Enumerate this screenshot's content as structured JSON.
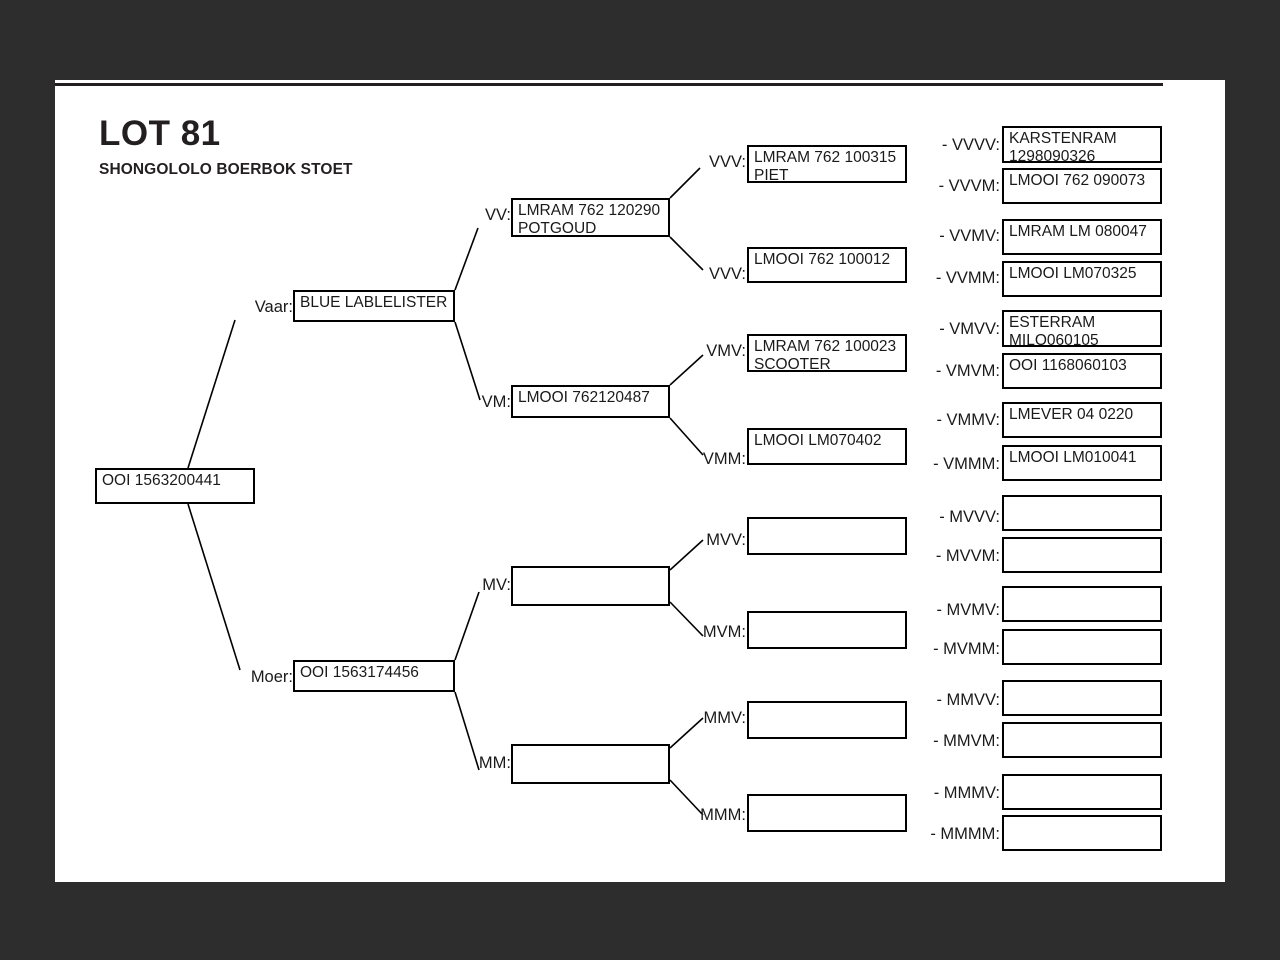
{
  "document": {
    "title": "LOT 81",
    "subtitle": "SHONGOLOLO BOERBOK STOET"
  },
  "pedigree": {
    "root": {
      "label": "",
      "value": "OOI 1563200441"
    },
    "generation1": [
      {
        "label": "Vaar:",
        "value": "BLUE LABLELISTER"
      },
      {
        "label": "Moer:",
        "value": "OOI 1563174456"
      }
    ],
    "generation2": [
      {
        "label": "VV:",
        "value": "LMRAM 762 120290\nPOTGOUD"
      },
      {
        "label": "VM:",
        "value": "LMOOI 762120487"
      },
      {
        "label": "MV:",
        "value": ""
      },
      {
        "label": "MM:",
        "value": ""
      }
    ],
    "generation3": [
      {
        "label": "VVV:",
        "value": "LMRAM 762 100315\nPIET"
      },
      {
        "label": "VVV:",
        "value": "LMOOI 762 100012"
      },
      {
        "label": "VMV:",
        "value": "LMRAM 762 100023\nSCOOTER"
      },
      {
        "label": "VMM:",
        "value": "LMOOI LM070402"
      },
      {
        "label": "MVV:",
        "value": ""
      },
      {
        "label": "MVM:",
        "value": ""
      },
      {
        "label": "MMV:",
        "value": ""
      },
      {
        "label": "MMM:",
        "value": ""
      }
    ],
    "generation4": [
      {
        "label": "- VVVV:",
        "value": "KARSTENRAM\n1298090326"
      },
      {
        "label": "- VVVM:",
        "value": "LMOOI 762 090073"
      },
      {
        "label": "- VVMV:",
        "value": "LMRAM LM 080047"
      },
      {
        "label": "- VVMM:",
        "value": "LMOOI LM070325"
      },
      {
        "label": "- VMVV:",
        "value": "ESTERRAM\nMILO060105"
      },
      {
        "label": "- VMVM:",
        "value": "OOI 1168060103"
      },
      {
        "label": "- VMMV:",
        "value": "LMEVER 04 0220"
      },
      {
        "label": "- VMMM:",
        "value": "LMOOI LM010041"
      },
      {
        "label": "- MVVV:",
        "value": ""
      },
      {
        "label": "- MVVM:",
        "value": ""
      },
      {
        "label": "- MVMV:",
        "value": ""
      },
      {
        "label": "- MVMM:",
        "value": ""
      },
      {
        "label": "- MMVV:",
        "value": ""
      },
      {
        "label": "- MMVM:",
        "value": ""
      },
      {
        "label": "- MMMV:",
        "value": ""
      },
      {
        "label": "- MMMM:",
        "value": ""
      }
    ]
  },
  "colors": {
    "background": "#2d2d2d",
    "page": "#ffffff",
    "ink": "#231f20",
    "box_border": "#000000"
  }
}
